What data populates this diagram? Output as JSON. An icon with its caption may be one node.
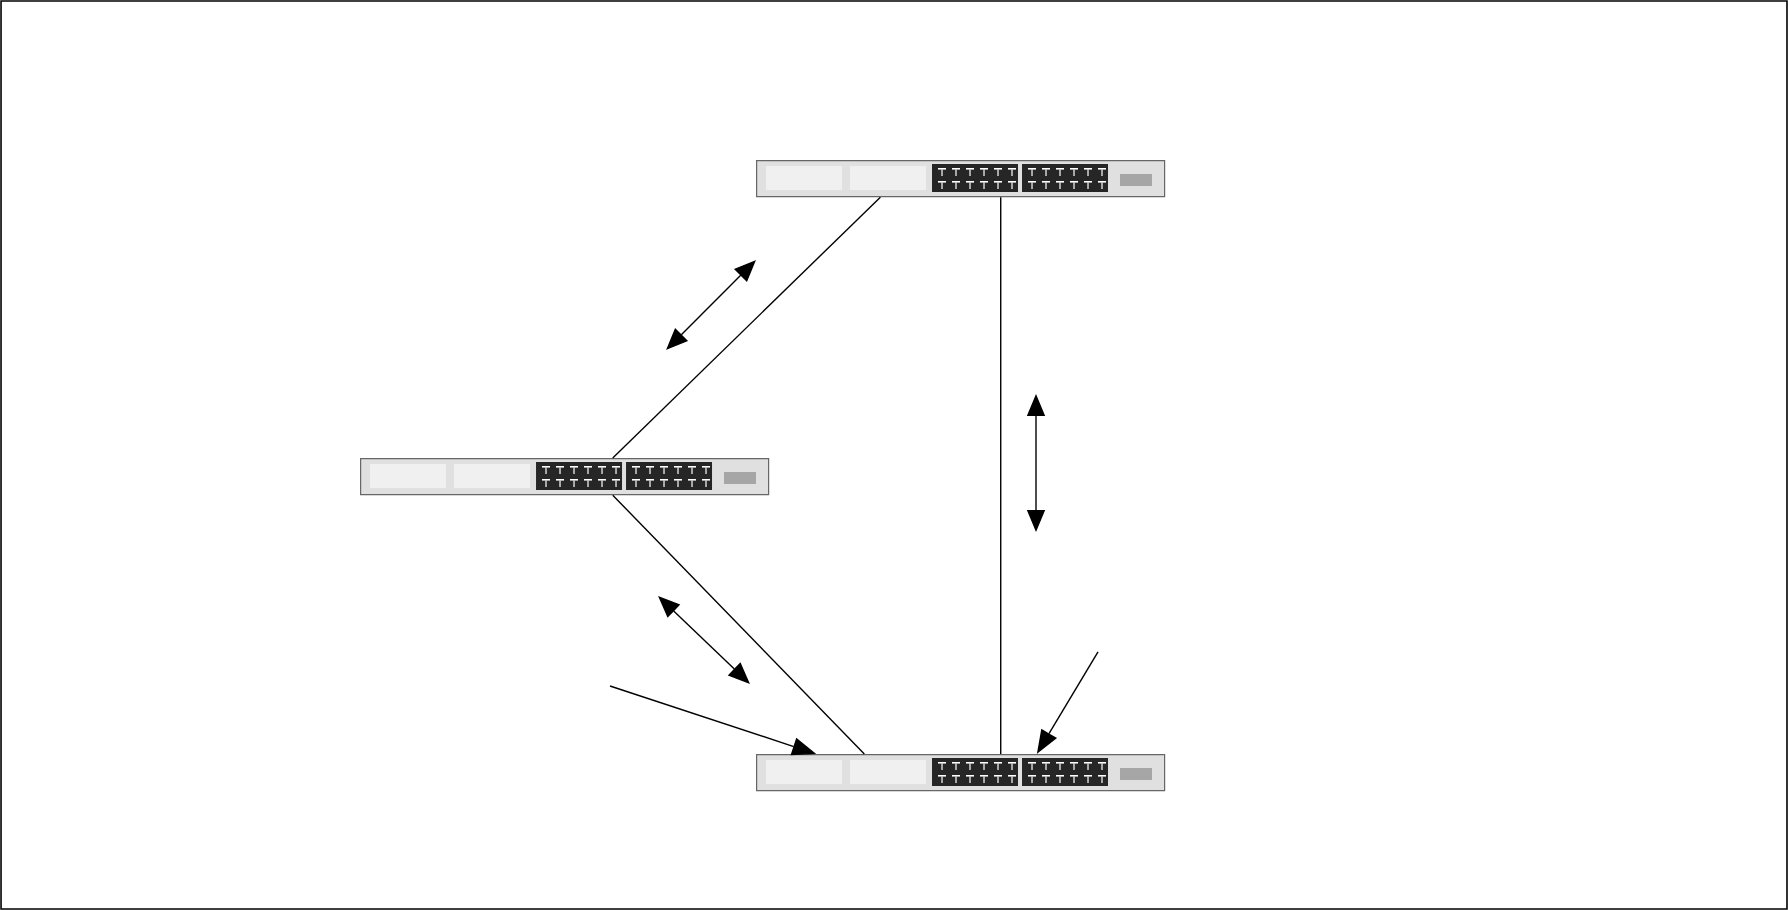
{
  "diagram": {
    "nodes": [
      {
        "text": [],
        "shape": "picture"
      },
      {
        "text": [],
        "shape": "picture"
      },
      {
        "text": [],
        "shape": "picture"
      }
    ],
    "edges": [
      {
        "from": 0,
        "to": 1,
        "arrow": "none"
      },
      {
        "from": 0,
        "to": 2,
        "arrow": "none"
      },
      {
        "from": 1,
        "to": 2,
        "arrow": "none"
      },
      {
        "from": null,
        "to": 2,
        "arrow": "to"
      },
      {
        "from": null,
        "to": 2,
        "arrow": "to"
      }
    ]
  }
}
